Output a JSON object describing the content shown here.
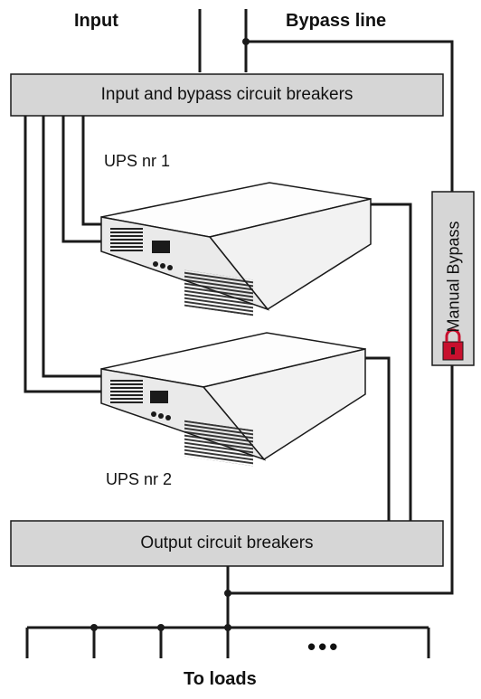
{
  "labels": {
    "input": "Input",
    "bypass_line": "Bypass line",
    "input_breakers": "Input and bypass circuit breakers",
    "ups1": "UPS nr 1",
    "ups2": "UPS nr 2",
    "manual_bypass": "Manual Bypass",
    "output_breakers": "Output circuit breakers",
    "to_loads": "To loads",
    "more_loads": "•••"
  },
  "colors": {
    "box_fill": "#d6d6d6",
    "line": "#1a1a1a",
    "lock_red": "#c8102e"
  },
  "icons": [
    "lock-icon",
    "ups-unit-icon"
  ]
}
